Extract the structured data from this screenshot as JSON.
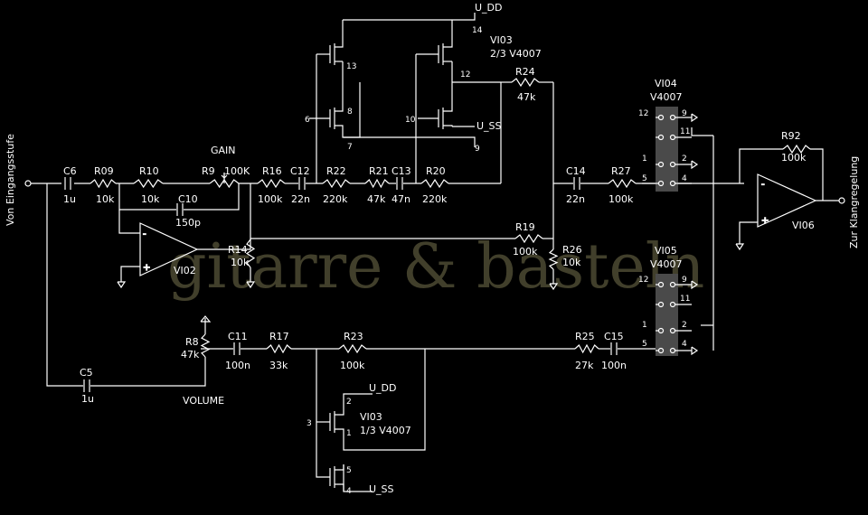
{
  "watermark": "gitarre & basteln",
  "io": {
    "input": "Von Eingangsstufe",
    "output": "Zur Klangregelung"
  },
  "supply": {
    "vdd": "U_DD",
    "vss": "U_SS"
  },
  "resistors": [
    {
      "ref": "R09",
      "value": "10k"
    },
    {
      "ref": "R10",
      "value": "10k"
    },
    {
      "ref": "R9",
      "value": "100K"
    },
    {
      "ref": "R16",
      "value": "100k"
    },
    {
      "ref": "R22",
      "value": "220k"
    },
    {
      "ref": "R21",
      "value": "47k"
    },
    {
      "ref": "R20",
      "value": "220k"
    },
    {
      "ref": "R24",
      "value": "47k"
    },
    {
      "ref": "R27",
      "value": "100k"
    },
    {
      "ref": "R92",
      "value": "100k"
    },
    {
      "ref": "R14",
      "value": "10k"
    },
    {
      "ref": "R19",
      "value": "100k"
    },
    {
      "ref": "R26",
      "value": "10k"
    },
    {
      "ref": "R8",
      "value": "47k"
    },
    {
      "ref": "R17",
      "value": "33k"
    },
    {
      "ref": "R23",
      "value": "100k"
    },
    {
      "ref": "R25",
      "value": "27k"
    }
  ],
  "capacitors": [
    {
      "ref": "C6",
      "value": "1u"
    },
    {
      "ref": "C10",
      "value": "150p"
    },
    {
      "ref": "C12",
      "value": "22n"
    },
    {
      "ref": "C13",
      "value": "47n"
    },
    {
      "ref": "C14",
      "value": "22n"
    },
    {
      "ref": "C11",
      "value": "100n"
    },
    {
      "ref": "C15",
      "value": "100n"
    },
    {
      "ref": "C5",
      "value": "1u"
    }
  ],
  "controls": {
    "gain": "GAIN",
    "volume": "VOLUME"
  },
  "opamps": [
    "VI02",
    "VI06"
  ],
  "ics": {
    "vi03_top": {
      "name": "VI03",
      "part": "2/3 V4007"
    },
    "vi03_bottom": {
      "name": "VI03",
      "part": "1/3 V4007"
    },
    "vi04": {
      "name": "VI04",
      "part": "V4007"
    },
    "vi05": {
      "name": "VI05",
      "part": "V4007"
    }
  },
  "pins": {
    "top": [
      "14",
      "13",
      "8",
      "6",
      "7",
      "12",
      "10",
      "9"
    ],
    "bottom": [
      "2",
      "3",
      "1",
      "5",
      "4"
    ],
    "vi04": [
      "12",
      "9",
      "11",
      "1",
      "2",
      "5",
      "4"
    ],
    "vi05": [
      "12",
      "9",
      "11",
      "1",
      "2",
      "5",
      "4"
    ]
  }
}
